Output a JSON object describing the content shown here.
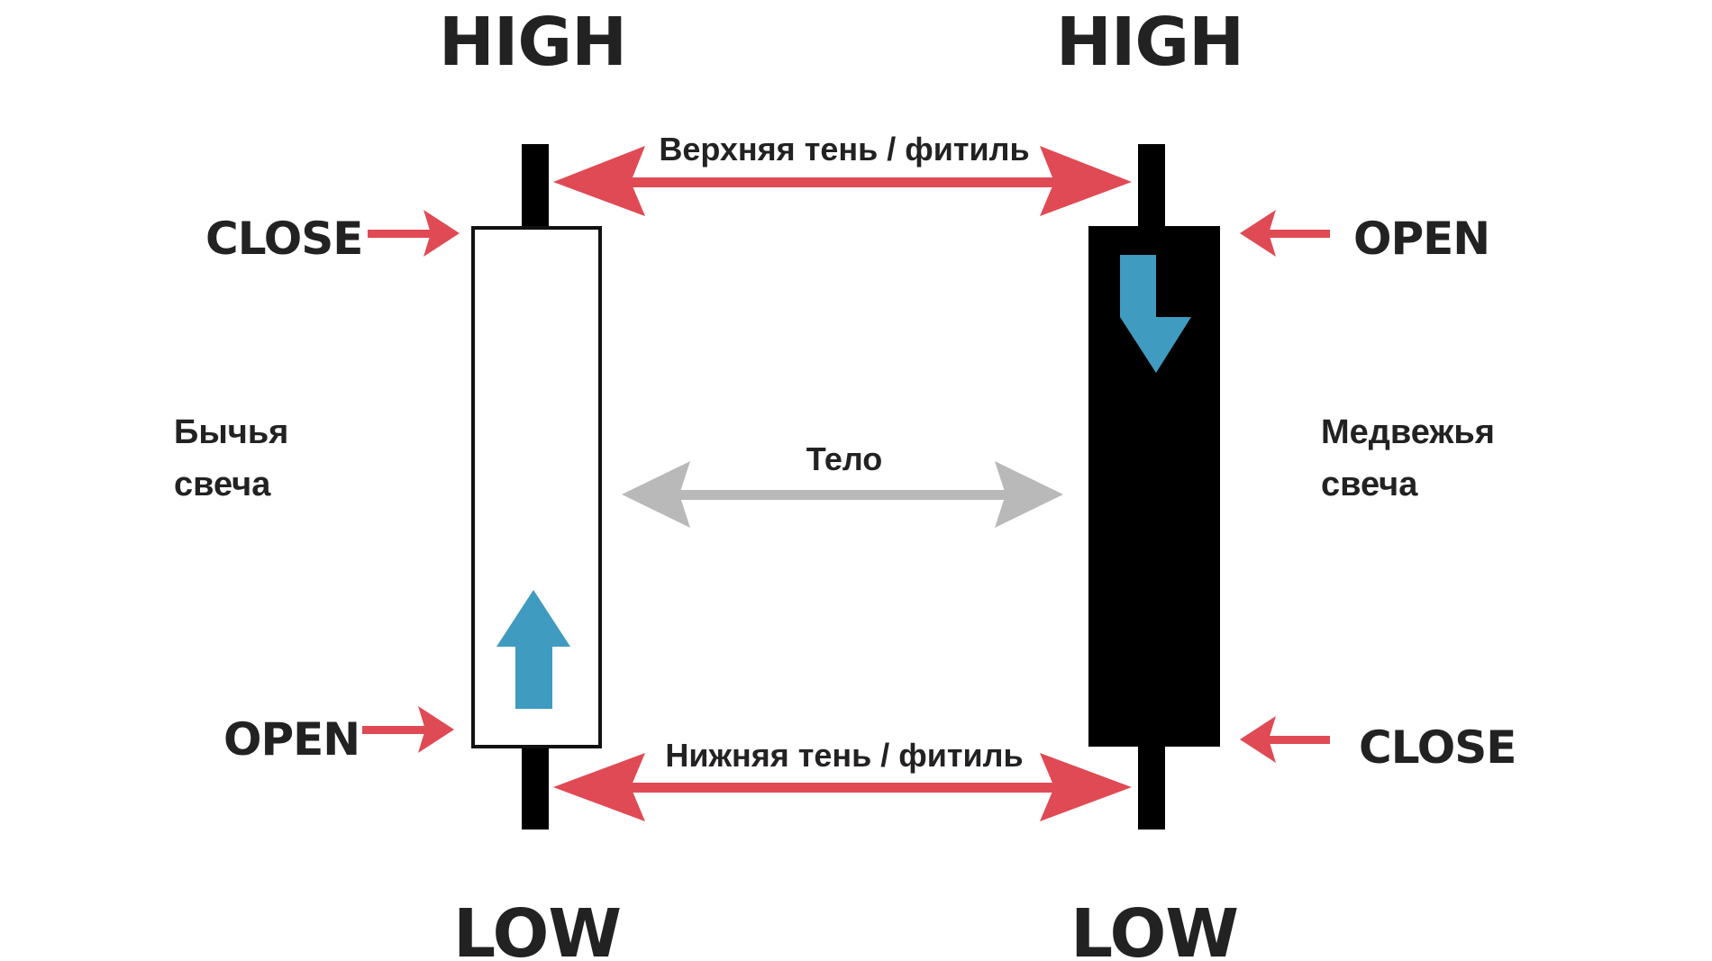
{
  "labels": {
    "high": "HIGH",
    "low": "LOW",
    "open": "OPEN",
    "close": "CLOSE"
  },
  "annotations": {
    "upper_shadow": "Верхняя тень / фитиль",
    "body": "Тело",
    "lower_shadow": "Нижняя тень / фитиль"
  },
  "candles": {
    "bullish": {
      "caption_line1": "Бычья",
      "caption_line2": "свеча",
      "direction": "up"
    },
    "bearish": {
      "caption_line1": "Медвежья",
      "caption_line2": "свеча",
      "direction": "down"
    }
  },
  "colors": {
    "red_arrow": "#e04a55",
    "gray_arrow": "#b9b9b9",
    "blue_arrow": "#3f9bbf",
    "candle_black": "#000000",
    "text": "#222222"
  }
}
